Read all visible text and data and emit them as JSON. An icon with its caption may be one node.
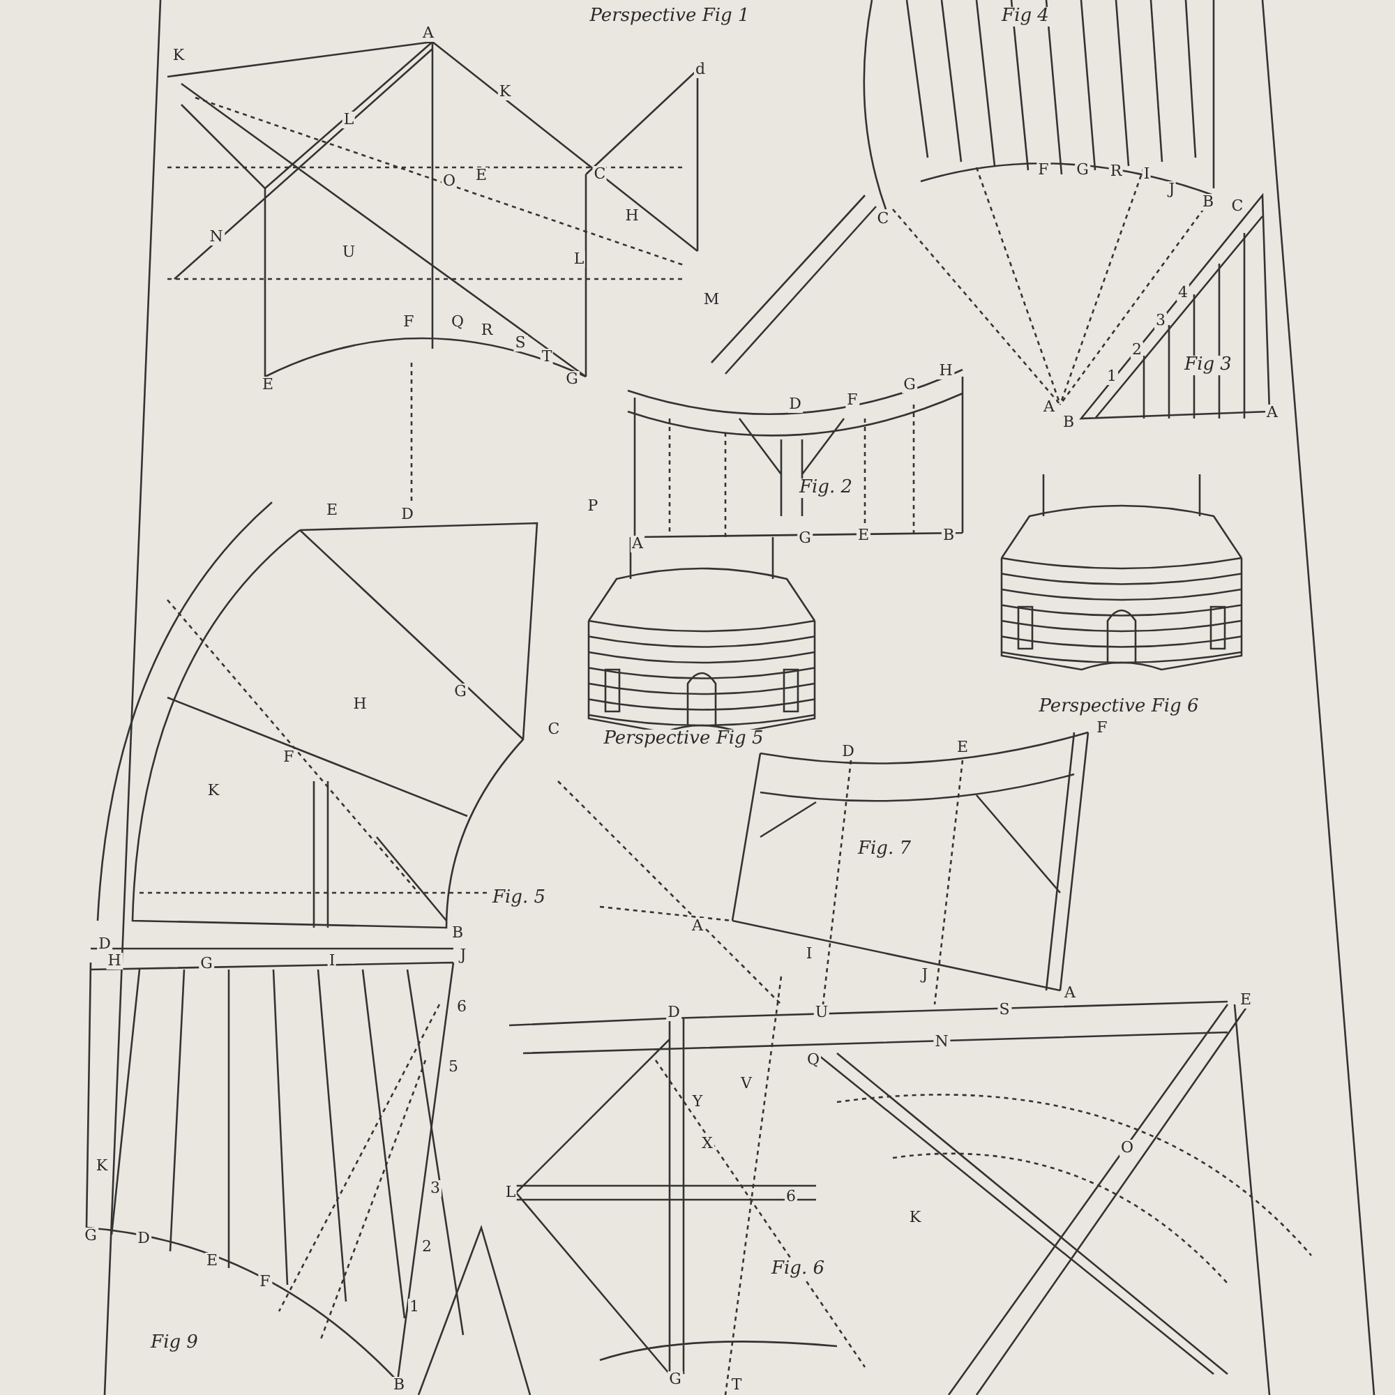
{
  "diagram": {
    "labels": [
      "Perspective Fig 1",
      "Fig 4",
      "A",
      "K",
      "d",
      "K",
      "L",
      "C",
      "O",
      "E",
      "N",
      "H",
      "U",
      "L",
      "M",
      "F",
      "Q",
      "R",
      "S",
      "T",
      "E",
      "G",
      "F",
      "G",
      "R",
      "I",
      "J",
      "B",
      "C",
      "C",
      "1",
      "2",
      "3",
      "4",
      "Fig 3",
      "A",
      "B",
      "A",
      "D",
      "F",
      "G",
      "H",
      "Fig. 2",
      "A",
      "G",
      "E",
      "B",
      "E",
      "D",
      "P",
      "Perspective Fig 5",
      "Perspective Fig 6",
      "H",
      "G",
      "C",
      "F",
      "K",
      "Fig. 5",
      "B",
      "D",
      "E",
      "F",
      "Fig. 7",
      "A",
      "I",
      "J",
      "A",
      "D",
      "H",
      "G",
      "I",
      "J",
      "6",
      "5",
      "3",
      "2",
      "1",
      "K",
      "G",
      "D",
      "E",
      "F",
      "Fig 9",
      "B",
      "D",
      "U",
      "S",
      "E",
      "N",
      "Q",
      "V",
      "Y",
      "X",
      "L",
      "6",
      "Fig. 6",
      "K",
      "O",
      "G",
      "T"
    ]
  }
}
